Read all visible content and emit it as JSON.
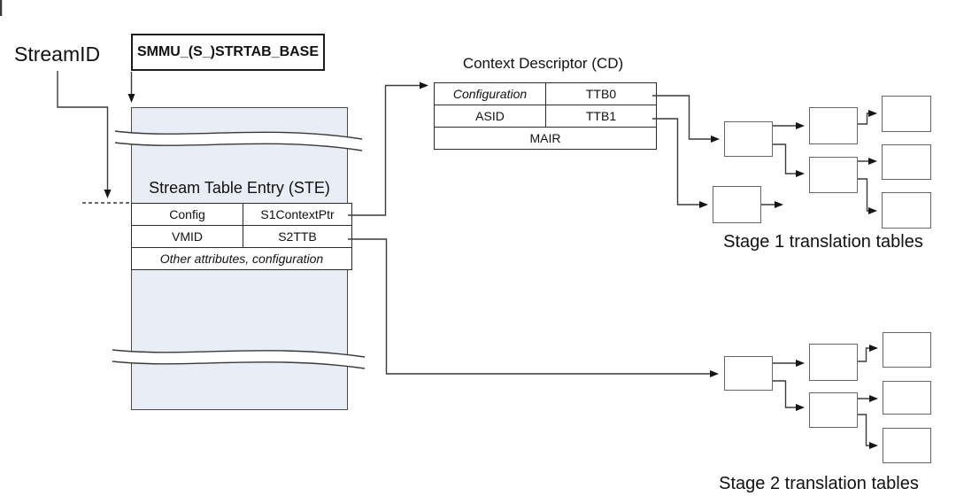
{
  "diagram": {
    "stream_id_label": "StreamID",
    "smmu_register_label": "SMMU_(S_)STRTAB_BASE",
    "ste": {
      "title": "Stream Table Entry (STE)",
      "rows": [
        [
          "Config",
          "S1ContextPtr"
        ],
        [
          "VMID",
          "S2TTB"
        ]
      ],
      "footer": "Other attributes, configuration"
    },
    "cd": {
      "title": "Context Descriptor (CD)",
      "rows": [
        [
          "Configuration",
          "TTB0"
        ],
        [
          "ASID",
          "TTB1"
        ]
      ],
      "footer": "MAIR"
    },
    "stage1_label": "Stage 1 translation tables",
    "stage2_label": "Stage 2 translation tables",
    "colors": {
      "ste_fill": "#e9edf6",
      "line": "#3a3a3a",
      "table_border": "#2b2b2b",
      "box_border": "#666666",
      "text": "#111111",
      "background": "#ffffff"
    }
  }
}
